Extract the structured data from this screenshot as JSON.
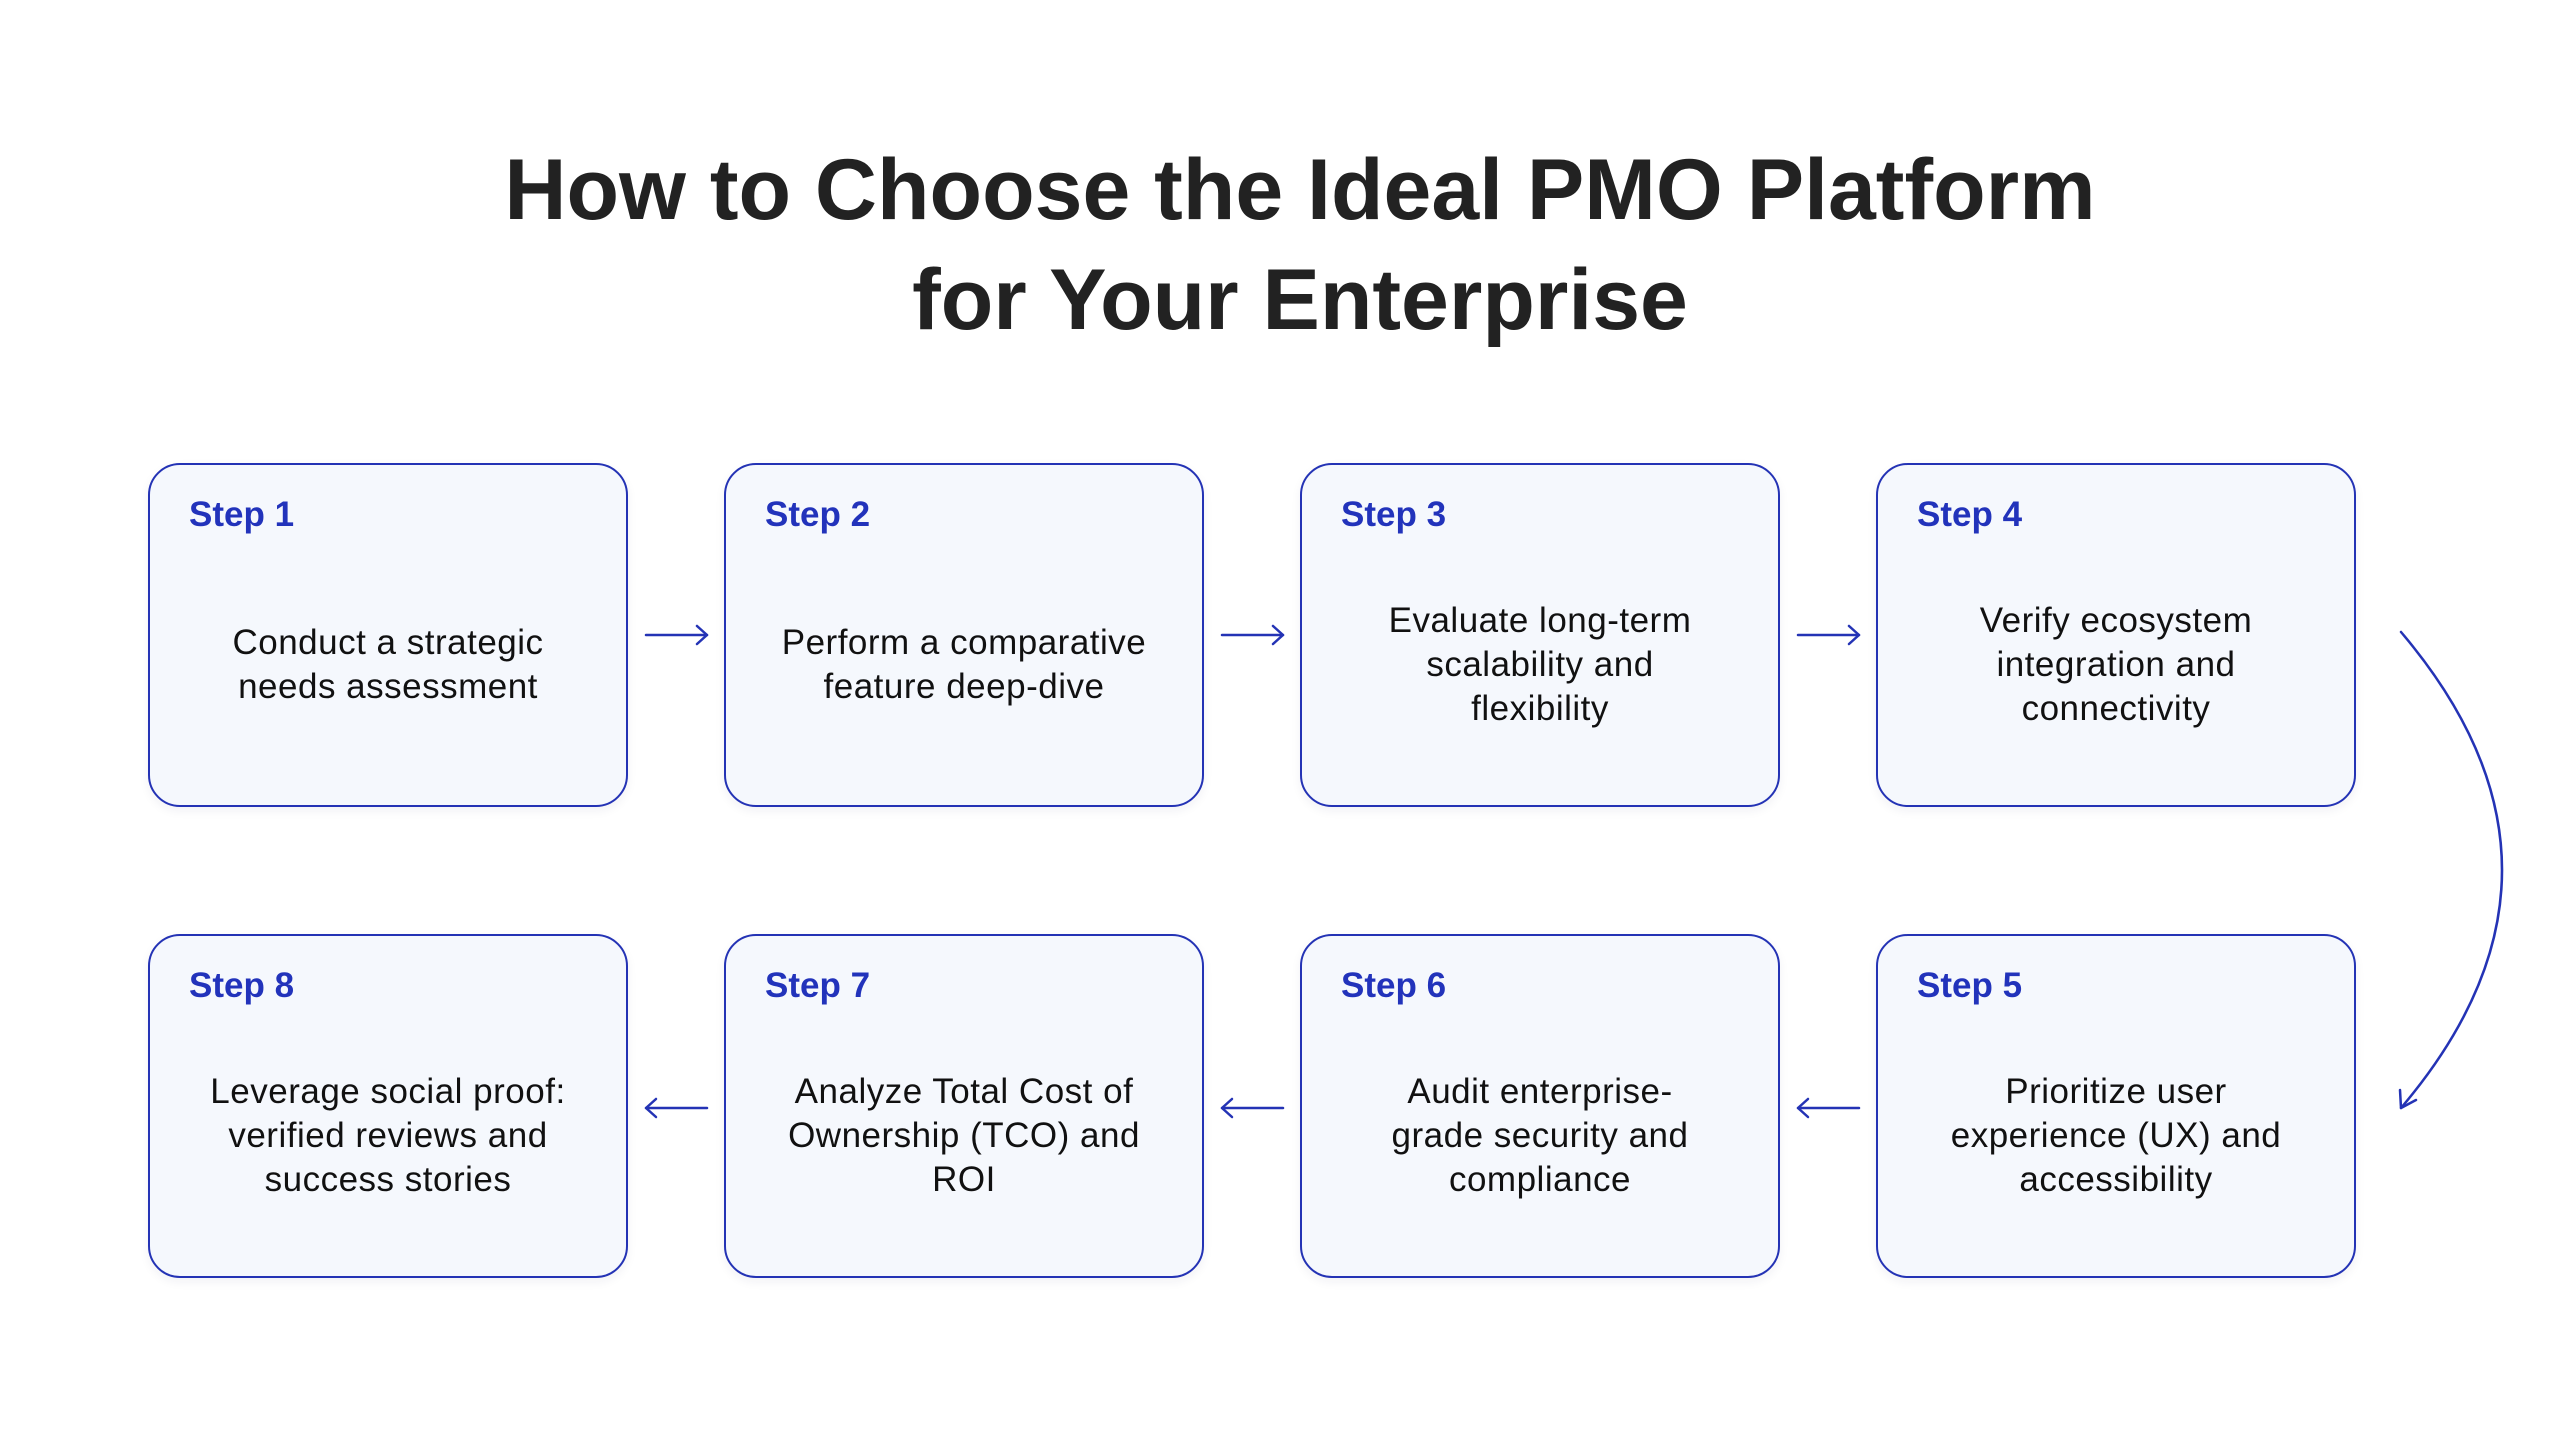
{
  "title": {
    "line1": "How to Choose the Ideal PMO Platform",
    "line2": "for Your Enterprise"
  },
  "colors": {
    "accent": "#2433b5",
    "card_fill": "#f5f8fd",
    "text": "#111111"
  },
  "steps": [
    {
      "label": "Step 1",
      "text": "Conduct a strategic needs assessment"
    },
    {
      "label": "Step 2",
      "text": "Perform a comparative feature deep-dive"
    },
    {
      "label": "Step 3",
      "text": "Evaluate long-term scalability and flexibility"
    },
    {
      "label": "Step 4",
      "text": "Verify ecosystem integration and connectivity"
    },
    {
      "label": "Step 5",
      "text": "Prioritize user experience (UX) and accessibility"
    },
    {
      "label": "Step 6",
      "text": "Audit enterprise-grade security and compliance"
    },
    {
      "label": "Step 7",
      "text": "Analyze Total Cost of Ownership (TCO) and ROI"
    },
    {
      "label": "Step 8",
      "text": "Leverage social proof: verified reviews and success stories"
    }
  ]
}
